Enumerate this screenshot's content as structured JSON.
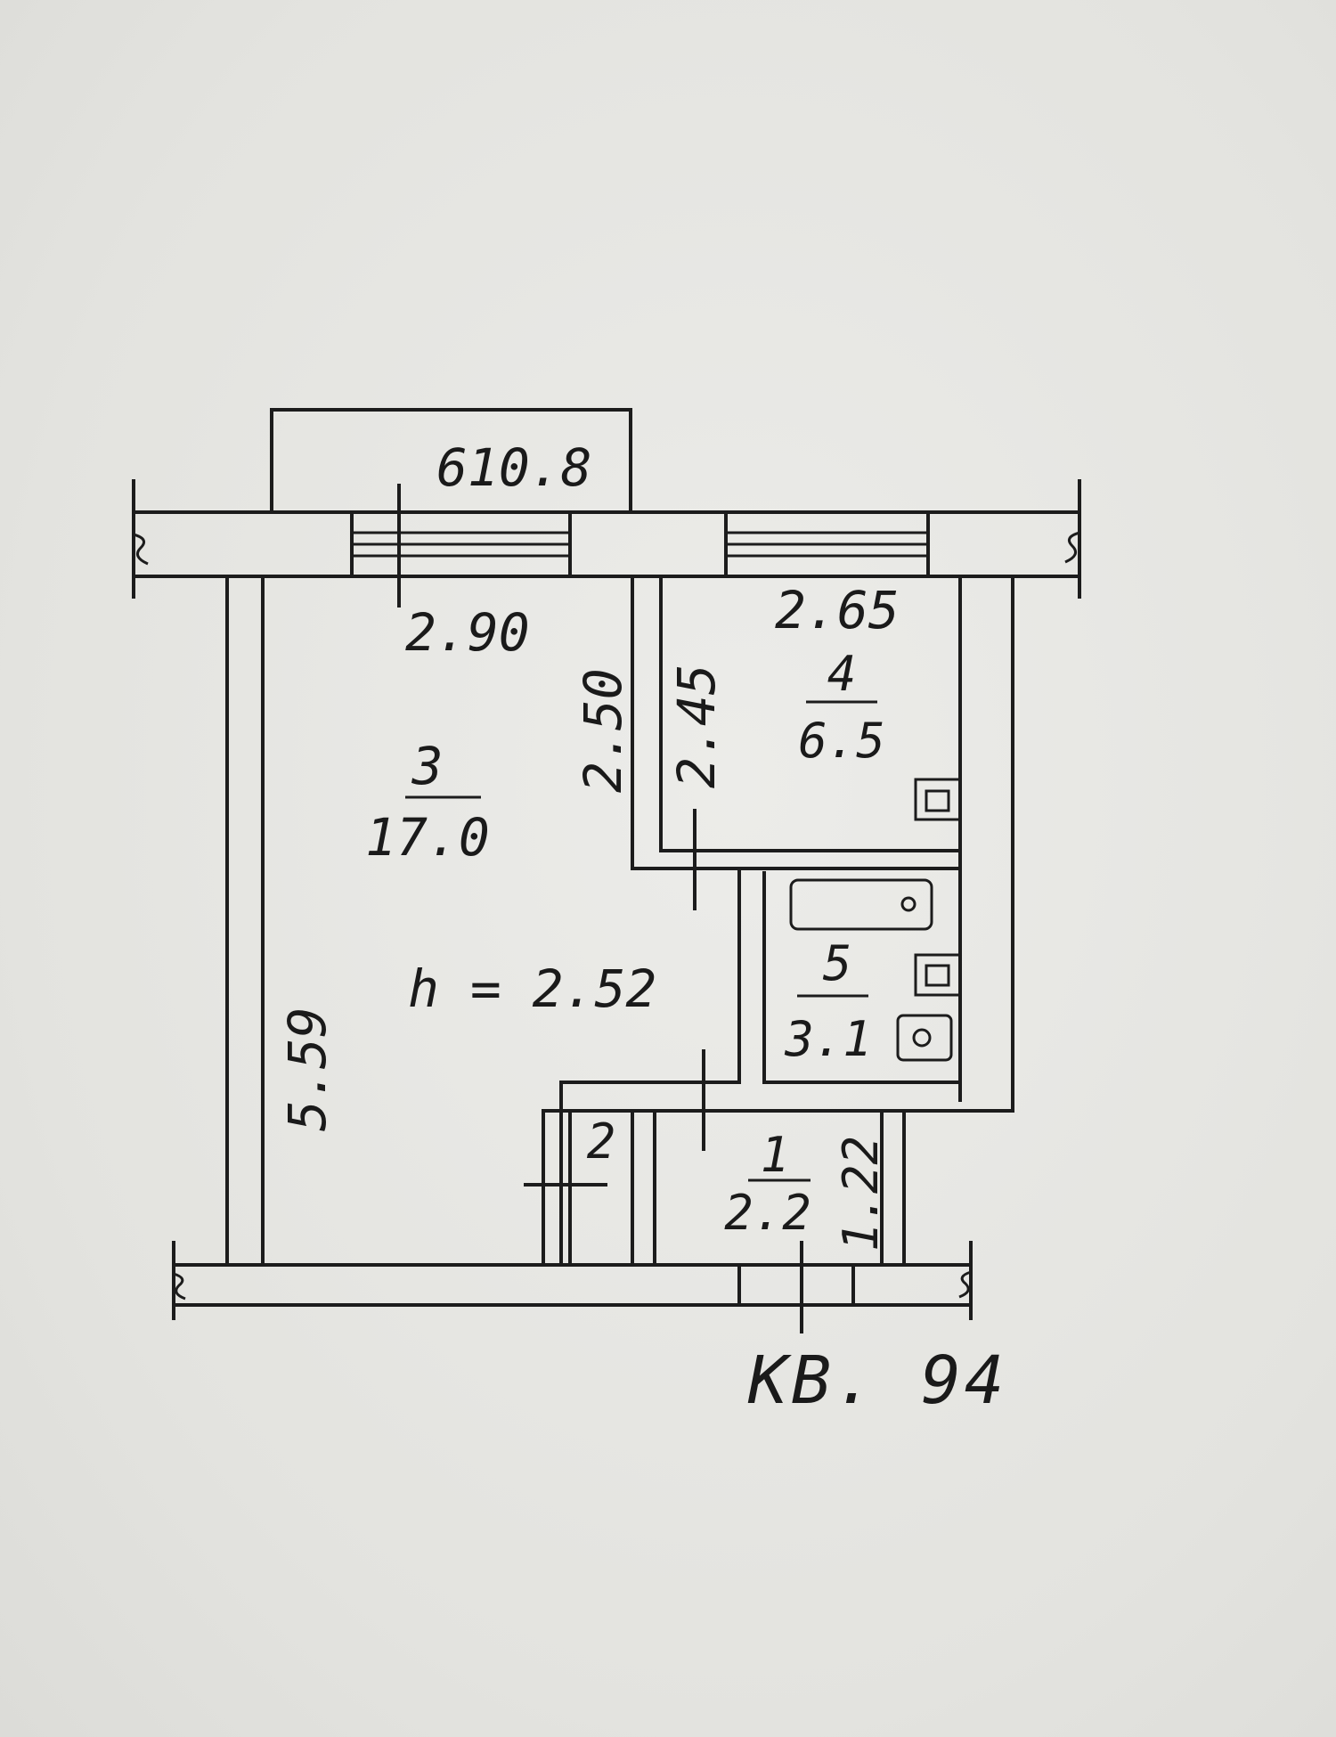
{
  "plan": {
    "mark_top": "610.8",
    "apartment_label": "КВ. 94",
    "ceiling_height": "h = 2.52",
    "rooms": [
      {
        "number": "3",
        "area": "17.0"
      },
      {
        "number": "4",
        "area": "6.5"
      },
      {
        "number": "5",
        "area": "3.1"
      },
      {
        "number": "1",
        "area": "2.2"
      },
      {
        "number": "2"
      }
    ],
    "dimensions": {
      "room3_width": "2.90",
      "room3_length": "5.59",
      "partition_a": "2.50",
      "partition_b": "2.45",
      "room4_width": "2.65",
      "hall_width": "1.22"
    }
  }
}
